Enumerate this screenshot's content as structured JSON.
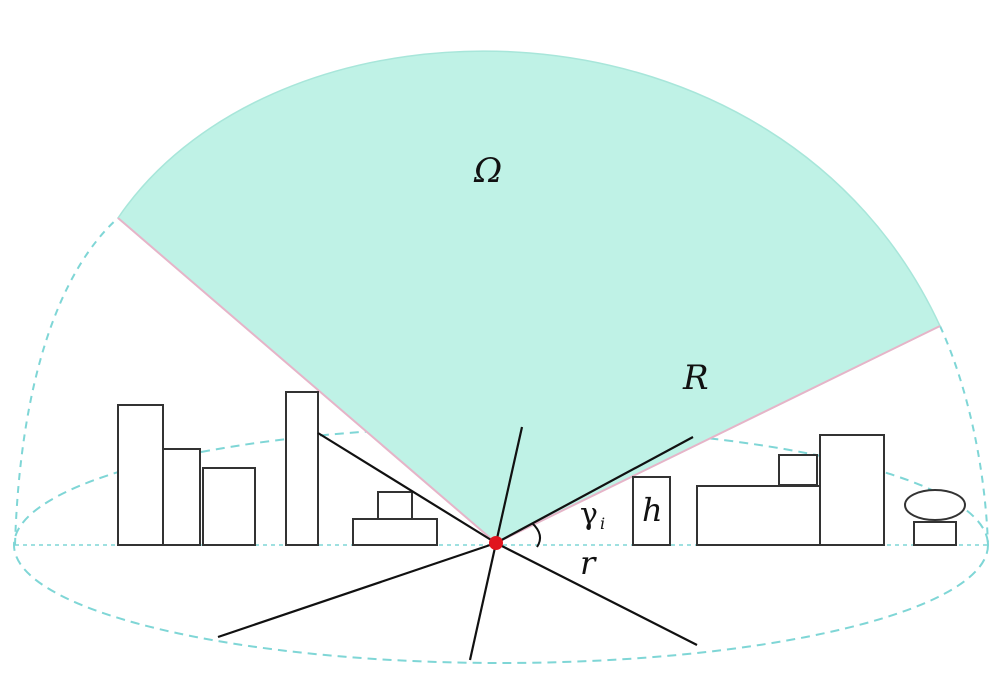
{
  "labels": {
    "solid_angle": "Ω",
    "radius_long": "R",
    "height": "h",
    "angle_symbol": "γ",
    "angle_subscript": "i",
    "radius_short": "r"
  },
  "colors": {
    "sector_fill": "#bff2e6",
    "sector_stroke": "#a8e6da",
    "dome_dashed": "#7fd6d6",
    "sector_edge_pink": "#e6b4c8",
    "building_stroke": "#333333",
    "radial_lines": "#111111",
    "observer_point": "#e0141e"
  }
}
